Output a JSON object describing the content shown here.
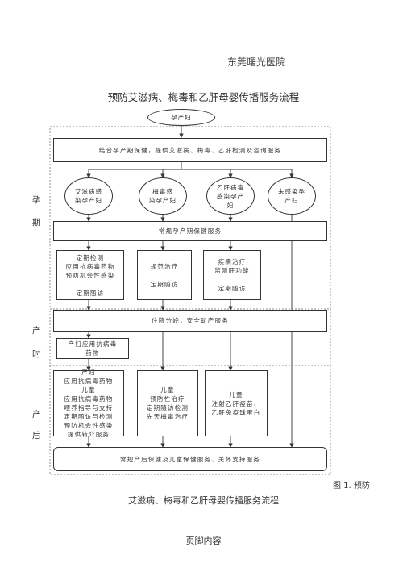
{
  "hospital": "东莞曙光医院",
  "title": "预防艾滋病、梅毒和乙肝母婴传播服务流程",
  "stages": {
    "pregnancy": [
      "孕",
      "期"
    ],
    "delivery": [
      "产",
      "时"
    ],
    "postpartum": [
      "产",
      "后"
    ]
  },
  "nodes": {
    "start": "孕产妇",
    "integrate": "结合孕产期保健，提供艾滋病、梅毒、乙肝检测及咨询服务",
    "hiv": "艾滋病感\n染孕产妇",
    "syphilis": "梅毒感\n染孕产妇",
    "hbv": "乙肝病毒\n感染孕产\n妇",
    "uninfected": "未感染孕\n产妇",
    "routine_prenatal": "常规孕产期保健服务",
    "hiv_care": "定期检测\n应用抗病毒药物\n预防机会性感染\n\n定期随访",
    "syph_care": "规范治疗\n\n定期随访",
    "hbv_care": "疾病治疗\n监测肝功能\n\n定期随访",
    "hospital_delivery": "住院分娩，安全助产服务",
    "delivery_arv": "产妇应用抗病毒\n药物",
    "hiv_post": "产妇\n应用抗病毒药物\n儿童\n应用抗病毒药物\n喂养指导与支持\n定期随访与检测\n预防机会性感染\n提供转介服务",
    "syph_post": "儿童\n预防性治疗\n定期随访检测\n先天梅毒治疗",
    "hbv_post": "儿童\n注射乙肝疫苗、\n乙肝免疫球蛋白",
    "routine_post": "常规产后保健及儿童保健服务、关怀支持服务"
  },
  "figure_label": "图 1. 预防",
  "caption": "艾滋病、梅毒和乙肝母婴传播服务流程",
  "footer": "页脚内容"
}
